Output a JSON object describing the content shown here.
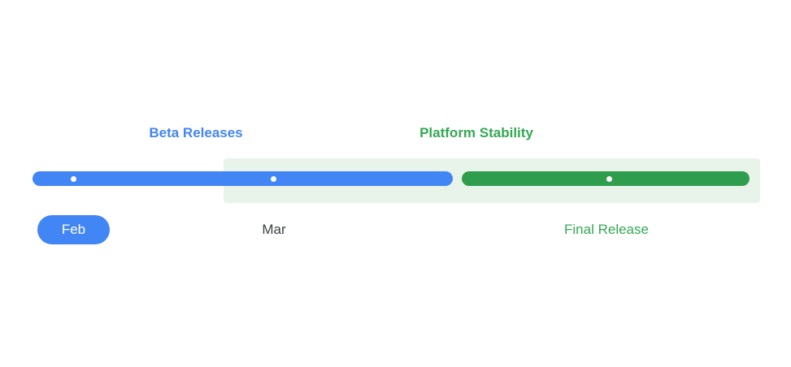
{
  "timeline": {
    "band": {
      "name": "platform-stability-band",
      "color": "#e8f4ea"
    },
    "segments": [
      {
        "id": "beta",
        "label": "Beta Releases",
        "color": "#4285f4",
        "label_color": "#4285f4"
      },
      {
        "id": "stability",
        "label": "Platform Stability",
        "color": "#2e9e4e",
        "label_color": "#34a853"
      }
    ],
    "milestones": [
      {
        "id": "feb",
        "label": "Feb",
        "style": "pill",
        "color": "#4285f4",
        "text_color": "#ffffff"
      },
      {
        "id": "mar",
        "label": "Mar",
        "style": "text",
        "color": "#3c4043"
      },
      {
        "id": "final",
        "label": "Final Release",
        "style": "text",
        "color": "#34a853"
      }
    ],
    "dots": [
      {
        "id": "dot-feb",
        "color": "#ffffff"
      },
      {
        "id": "dot-mar",
        "color": "#ffffff"
      },
      {
        "id": "dot-final",
        "color": "#ffffff"
      }
    ]
  }
}
